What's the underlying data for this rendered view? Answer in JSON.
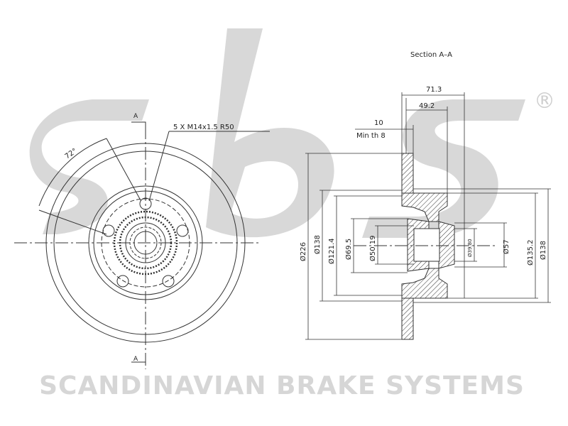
{
  "diagram": {
    "section_title": "Section A–A",
    "section_marker": "A",
    "thread_label": "5 X M14x1.5 R50",
    "angle_label": "72°",
    "dim_top_1": "71.3",
    "dim_top_2": "49.2",
    "dim_thick": "10",
    "dim_minth": "Min th 8",
    "diameters": {
      "d226": "Ø226",
      "d138_left": "Ø138",
      "d121": "Ø121.4",
      "d69": "Ø69.5",
      "d50": "Ø50.19",
      "d39": "Ø39.80",
      "d57": "Ø57",
      "d135": "Ø135.2",
      "d138_right": "Ø138"
    }
  },
  "brand": {
    "logo_text": "sbs",
    "registered": "®",
    "name": "SCANDINAVIAN BRAKE SYSTEMS"
  }
}
